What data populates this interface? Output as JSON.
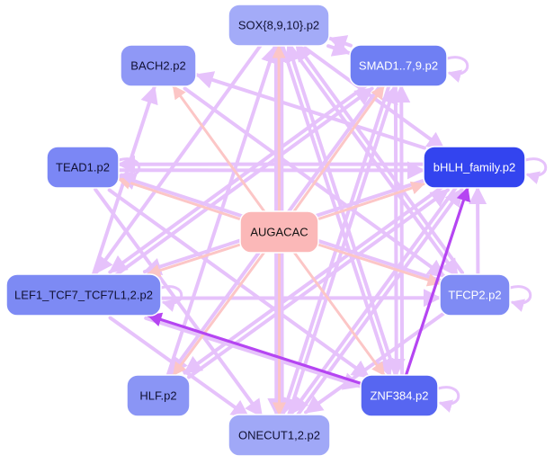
{
  "diagram": {
    "colors": {
      "edge_light": "#e6c2fb",
      "edge_center": "#fcc6c6",
      "edge_strong": "#b545f2",
      "node_border": "#ffffff"
    },
    "nodes": [
      {
        "id": "sox",
        "label": "SOX{8,9,10}.p2",
        "fill": "#a3abf8",
        "text_color": "#111133"
      },
      {
        "id": "bach2",
        "label": "BACH2.p2",
        "fill": "#8f98f6",
        "text_color": "#111133"
      },
      {
        "id": "smad",
        "label": "SMAD1..7,9.p2",
        "fill": "#6f7ff3",
        "text_color": "#ffffff"
      },
      {
        "id": "tead1",
        "label": "TEAD1.p2",
        "fill": "#7b87f5",
        "text_color": "#111133"
      },
      {
        "id": "bhlh",
        "label": "bHLH_family.p2",
        "fill": "#3344ef",
        "text_color": "#ffffff"
      },
      {
        "id": "augacac",
        "label": "AUGACAC",
        "fill": "#fbb8b8",
        "text_color": "#111111"
      },
      {
        "id": "lef1",
        "label": "LEF1_TCF7_TCF7L1,2.p2",
        "fill": "#7d8af4",
        "text_color": "#111133"
      },
      {
        "id": "tfcp2",
        "label": "TFCP2.p2",
        "fill": "#7f8bf4",
        "text_color": "#ffffff"
      },
      {
        "id": "hlf",
        "label": "HLF.p2",
        "fill": "#8a95f5",
        "text_color": "#111133"
      },
      {
        "id": "znf384",
        "label": "ZNF384.p2",
        "fill": "#5766f1",
        "text_color": "#ffffff"
      },
      {
        "id": "onecut",
        "label": "ONECUT1,2.p2",
        "fill": "#a0a8f7",
        "text_color": "#111133"
      }
    ],
    "edges": [
      {
        "from": "augacac",
        "to": "sox",
        "kind": "center"
      },
      {
        "from": "augacac",
        "to": "bach2",
        "kind": "center"
      },
      {
        "from": "augacac",
        "to": "smad",
        "kind": "center"
      },
      {
        "from": "augacac",
        "to": "tead1",
        "kind": "center"
      },
      {
        "from": "augacac",
        "to": "bhlh",
        "kind": "center"
      },
      {
        "from": "augacac",
        "to": "lef1",
        "kind": "center"
      },
      {
        "from": "augacac",
        "to": "tfcp2",
        "kind": "center"
      },
      {
        "from": "augacac",
        "to": "hlf",
        "kind": "center"
      },
      {
        "from": "augacac",
        "to": "znf384",
        "kind": "center"
      },
      {
        "from": "augacac",
        "to": "onecut",
        "kind": "center"
      },
      {
        "from": "znf384",
        "to": "bhlh",
        "kind": "strong"
      },
      {
        "from": "znf384",
        "to": "lef1",
        "kind": "strong"
      },
      {
        "from": "sox",
        "to": "smad",
        "kind": "light"
      },
      {
        "from": "sox",
        "to": "bhlh",
        "kind": "light"
      },
      {
        "from": "sox",
        "to": "tfcp2",
        "kind": "light"
      },
      {
        "from": "sox",
        "to": "znf384",
        "kind": "light"
      },
      {
        "from": "smad",
        "to": "sox",
        "kind": "light"
      },
      {
        "from": "smad",
        "to": "lef1",
        "kind": "light"
      },
      {
        "from": "smad",
        "to": "onecut",
        "kind": "light"
      },
      {
        "from": "smad",
        "to": "hlf",
        "kind": "light"
      },
      {
        "from": "smad",
        "to": "znf384",
        "kind": "light"
      },
      {
        "from": "bhlh",
        "to": "bach2",
        "kind": "light"
      },
      {
        "from": "bhlh",
        "to": "tead1",
        "kind": "light"
      },
      {
        "from": "bhlh",
        "to": "lef1",
        "kind": "light"
      },
      {
        "from": "bhlh",
        "to": "onecut",
        "kind": "light"
      },
      {
        "from": "bhlh",
        "to": "hlf",
        "kind": "light"
      },
      {
        "from": "bach2",
        "to": "tfcp2",
        "kind": "light"
      },
      {
        "from": "tead1",
        "to": "bhlh",
        "kind": "light"
      },
      {
        "from": "tead1",
        "to": "znf384",
        "kind": "light"
      },
      {
        "from": "lef1",
        "to": "tfcp2",
        "kind": "light"
      },
      {
        "from": "lef1",
        "to": "bach2",
        "kind": "light"
      },
      {
        "from": "lef1",
        "to": "smad",
        "kind": "light"
      },
      {
        "from": "tfcp2",
        "to": "bhlh",
        "kind": "light"
      },
      {
        "from": "tfcp2",
        "to": "onecut",
        "kind": "light"
      },
      {
        "from": "tfcp2",
        "to": "sox",
        "kind": "light"
      },
      {
        "from": "tfcp2",
        "to": "tead1",
        "kind": "light"
      },
      {
        "from": "znf384",
        "to": "smad",
        "kind": "light"
      },
      {
        "from": "znf384",
        "to": "sox",
        "kind": "light"
      },
      {
        "from": "onecut",
        "to": "sox",
        "kind": "light"
      },
      {
        "from": "onecut",
        "to": "smad",
        "kind": "light"
      },
      {
        "from": "onecut",
        "to": "bhlh",
        "kind": "light"
      },
      {
        "from": "hlf",
        "to": "sox",
        "kind": "light"
      },
      {
        "from": "hlf",
        "to": "bhlh",
        "kind": "light"
      },
      {
        "from": "lef1",
        "to": "onecut",
        "kind": "light"
      },
      {
        "from": "lef1",
        "to": "znf384",
        "kind": "light"
      },
      {
        "from": "sox",
        "to": "lef1",
        "kind": "light"
      },
      {
        "from": "sox",
        "to": "onecut",
        "kind": "light"
      },
      {
        "from": "tead1",
        "to": "onecut",
        "kind": "light"
      }
    ],
    "self_loops": [
      "smad",
      "tead1",
      "bhlh",
      "lef1",
      "tfcp2",
      "znf384"
    ]
  }
}
